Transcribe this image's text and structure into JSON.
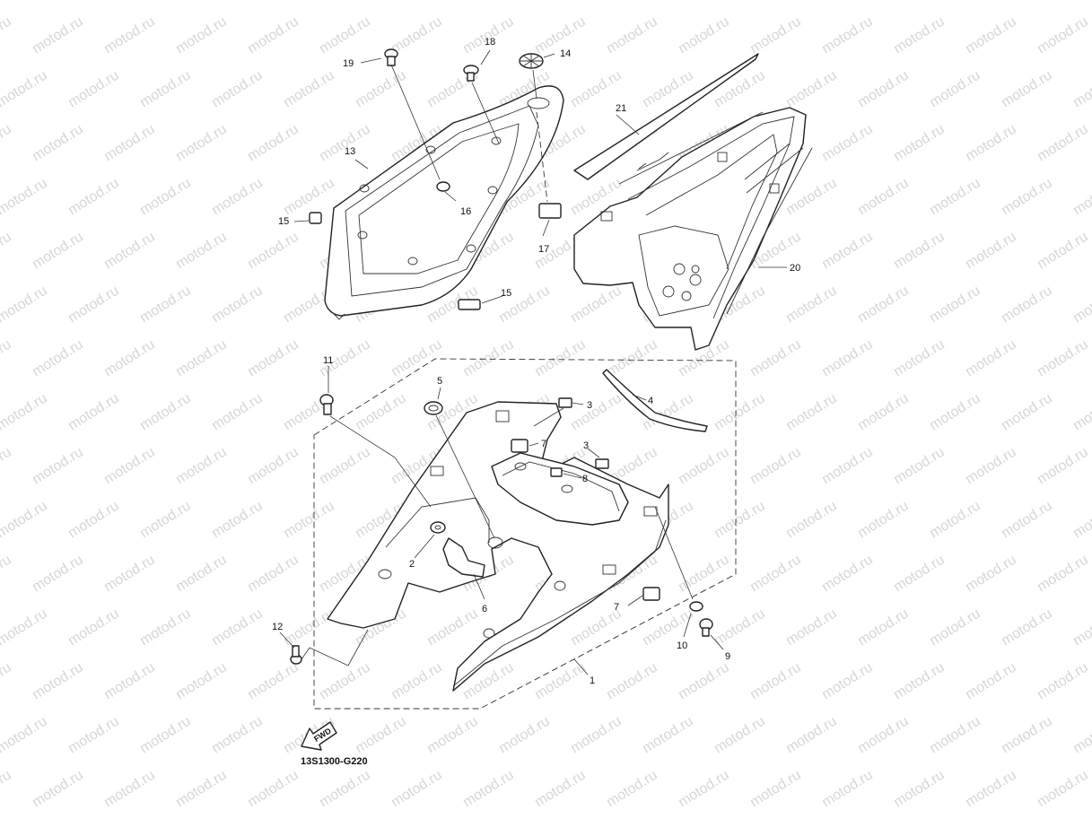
{
  "watermark": "motod.ru",
  "diagram_code": "13S1300-G220",
  "fwd_label": "FWD",
  "callouts": [
    {
      "id": "c19",
      "text": "19"
    },
    {
      "id": "c18",
      "text": "18"
    },
    {
      "id": "c14",
      "text": "14"
    },
    {
      "id": "c21",
      "text": "21"
    },
    {
      "id": "c13",
      "text": "13"
    },
    {
      "id": "c16",
      "text": "16"
    },
    {
      "id": "c15a",
      "text": "15"
    },
    {
      "id": "c17",
      "text": "17"
    },
    {
      "id": "c15b",
      "text": "15"
    },
    {
      "id": "c20",
      "text": "20"
    },
    {
      "id": "c11",
      "text": "11"
    },
    {
      "id": "c5",
      "text": "5"
    },
    {
      "id": "c3a",
      "text": "3"
    },
    {
      "id": "c4",
      "text": "4"
    },
    {
      "id": "c7a",
      "text": "7"
    },
    {
      "id": "c3b",
      "text": "3"
    },
    {
      "id": "c8",
      "text": "8"
    },
    {
      "id": "c2",
      "text": "2"
    },
    {
      "id": "c6",
      "text": "6"
    },
    {
      "id": "c7b",
      "text": "7"
    },
    {
      "id": "c10",
      "text": "10"
    },
    {
      "id": "c9",
      "text": "9"
    },
    {
      "id": "c12",
      "text": "12"
    },
    {
      "id": "c1",
      "text": "1"
    }
  ]
}
